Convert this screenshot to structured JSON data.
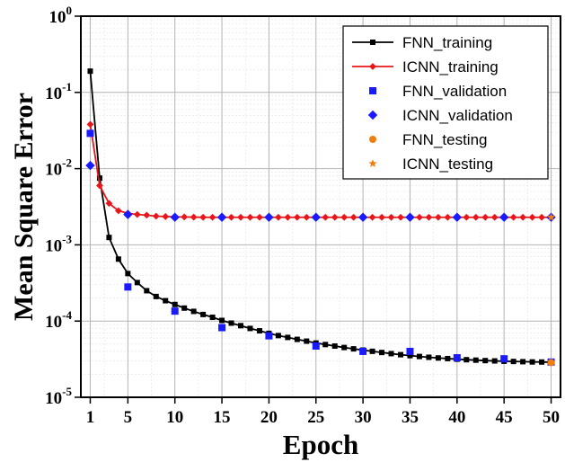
{
  "chart_data": {
    "type": "line",
    "xlabel": "Epoch",
    "ylabel": "Mean Square Error",
    "x_scale": "linear",
    "y_scale": "log",
    "xlim": [
      0,
      51
    ],
    "ylim": [
      1e-05,
      1
    ],
    "x_ticks": [
      1,
      5,
      10,
      15,
      20,
      25,
      30,
      35,
      40,
      45,
      50
    ],
    "y_ticks": [
      {
        "value": 1e-05,
        "base": "10",
        "exp": "-5"
      },
      {
        "value": 0.0001,
        "base": "10",
        "exp": "-4"
      },
      {
        "value": 0.001,
        "base": "10",
        "exp": "-3"
      },
      {
        "value": 0.01,
        "base": "10",
        "exp": "-2"
      },
      {
        "value": 0.1,
        "base": "10",
        "exp": "-1"
      },
      {
        "value": 1,
        "base": "10",
        "exp": "0"
      }
    ],
    "grid": true,
    "legend_position": "top-right",
    "series": [
      {
        "name": "FNN_training",
        "kind": "line+marker",
        "color": "#000000",
        "marker": "square",
        "x": [
          1,
          2,
          3,
          4,
          5,
          6,
          7,
          8,
          9,
          10,
          11,
          12,
          13,
          14,
          15,
          16,
          17,
          18,
          19,
          20,
          21,
          22,
          23,
          24,
          25,
          26,
          27,
          28,
          29,
          30,
          31,
          32,
          33,
          34,
          35,
          36,
          37,
          38,
          39,
          40,
          41,
          42,
          43,
          44,
          45,
          46,
          47,
          48,
          49,
          50
        ],
        "y": [
          0.19,
          0.0075,
          0.00125,
          0.00065,
          0.00042,
          0.00032,
          0.00025,
          0.00021,
          0.000185,
          0.000165,
          0.000148,
          0.000134,
          0.000122,
          0.000112,
          0.000102,
          9.4e-05,
          8.7e-05,
          8e-05,
          7.45e-05,
          6.9e-05,
          6.45e-05,
          6.1e-05,
          5.75e-05,
          5.45e-05,
          5.15e-05,
          4.92e-05,
          4.7e-05,
          4.5e-05,
          4.32e-05,
          4.16e-05,
          4.01e-05,
          3.87e-05,
          3.74e-05,
          3.62e-05,
          3.52e-05,
          3.43e-05,
          3.35e-05,
          3.28e-05,
          3.22e-05,
          3.16e-05,
          3.11e-05,
          3.07e-05,
          3.03e-05,
          3e-05,
          2.97e-05,
          2.95e-05,
          2.93e-05,
          2.91e-05,
          2.9e-05,
          2.89e-05
        ]
      },
      {
        "name": "ICNN_training",
        "kind": "line+marker",
        "color": "#e8161b",
        "marker": "diamond",
        "x": [
          1,
          2,
          3,
          4,
          5,
          6,
          7,
          8,
          9,
          10,
          11,
          12,
          13,
          14,
          15,
          16,
          17,
          18,
          19,
          20,
          21,
          22,
          23,
          24,
          25,
          26,
          27,
          28,
          29,
          30,
          31,
          32,
          33,
          34,
          35,
          36,
          37,
          38,
          39,
          40,
          41,
          42,
          43,
          44,
          45,
          46,
          47,
          48,
          49,
          50
        ],
        "y": [
          0.038,
          0.006,
          0.0035,
          0.0028,
          0.0026,
          0.0025,
          0.00245,
          0.00238,
          0.00235,
          0.00233,
          0.00232,
          0.00231,
          0.0023,
          0.0023,
          0.0023,
          0.0023,
          0.0023,
          0.0023,
          0.0023,
          0.0023,
          0.0023,
          0.0023,
          0.0023,
          0.0023,
          0.0023,
          0.0023,
          0.0023,
          0.0023,
          0.0023,
          0.0023,
          0.0023,
          0.0023,
          0.0023,
          0.0023,
          0.0023,
          0.0023,
          0.0023,
          0.0023,
          0.0023,
          0.0023,
          0.0023,
          0.0023,
          0.0023,
          0.0023,
          0.0023,
          0.0023,
          0.0023,
          0.0023,
          0.0023,
          0.0023
        ]
      },
      {
        "name": "FNN_validation",
        "kind": "marker",
        "color": "#1a1aff",
        "marker": "square",
        "x": [
          1,
          5,
          10,
          15,
          20,
          25,
          30,
          35,
          40,
          45,
          50
        ],
        "y": [
          0.029,
          0.00028,
          0.000135,
          8.2e-05,
          6.4e-05,
          4.7e-05,
          4e-05,
          4e-05,
          3.3e-05,
          3.2e-05,
          2.9e-05
        ]
      },
      {
        "name": "ICNN_validation",
        "kind": "marker",
        "color": "#1a1aff",
        "marker": "diamond",
        "x": [
          1,
          5,
          10,
          15,
          20,
          25,
          30,
          35,
          40,
          45,
          50
        ],
        "y": [
          0.011,
          0.0025,
          0.0023,
          0.0023,
          0.0023,
          0.0023,
          0.0023,
          0.0023,
          0.0023,
          0.0023,
          0.0023
        ]
      },
      {
        "name": "FNN_testing",
        "kind": "marker",
        "color": "#f07f0f",
        "marker": "circle",
        "x": [
          50
        ],
        "y": [
          2.85e-05
        ]
      },
      {
        "name": "ICNN_testing",
        "kind": "marker",
        "color": "#f07f0f",
        "marker": "star",
        "x": [
          50
        ],
        "y": [
          0.0023
        ]
      }
    ]
  }
}
